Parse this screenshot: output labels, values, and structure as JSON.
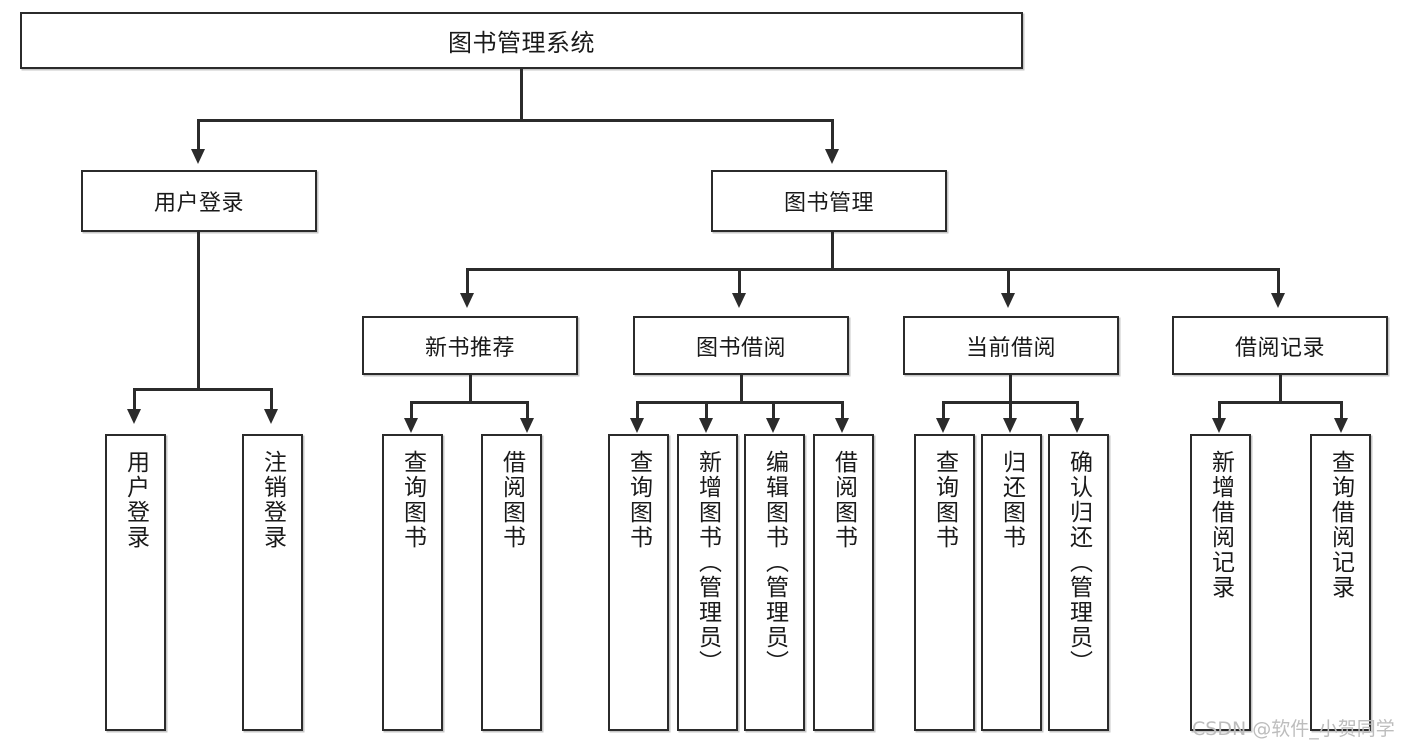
{
  "diagram": {
    "type": "tree-hierarchy-chart",
    "orientation": "top-down",
    "root": {
      "label": "图书管理系统"
    },
    "level1": [
      {
        "label": "用户登录"
      },
      {
        "label": "图书管理"
      }
    ],
    "level2": [
      {
        "label": "新书推荐"
      },
      {
        "label": "图书借阅"
      },
      {
        "label": "当前借阅"
      },
      {
        "label": "借阅记录"
      }
    ],
    "leaves": {
      "user_login": [
        {
          "label": "用户登录"
        },
        {
          "label": "注销登录"
        }
      ],
      "new_book_recommend": [
        {
          "label": "查询图书"
        },
        {
          "label": "借阅图书"
        }
      ],
      "book_borrow": [
        {
          "label": "查询图书"
        },
        {
          "label": "新增图书（管理员）"
        },
        {
          "label": "编辑图书（管理员）"
        },
        {
          "label": "借阅图书"
        }
      ],
      "current_borrow": [
        {
          "label": "查询图书"
        },
        {
          "label": "归还图书"
        },
        {
          "label": "确认归还（管理员）"
        }
      ],
      "borrow_record": [
        {
          "label": "新增借阅记录"
        },
        {
          "label": "查询借阅记录"
        }
      ]
    }
  },
  "watermark": {
    "text": "CSDN @软件_小贺同学"
  },
  "colors": {
    "stroke": "#2b2b2b",
    "fill": "#ffffff",
    "text": "#1a1a1a",
    "watermark": "#bdbdbd"
  }
}
